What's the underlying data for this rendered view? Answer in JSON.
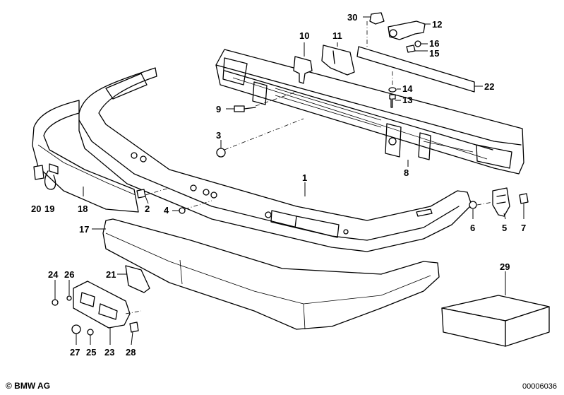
{
  "footer": {
    "copyright": "© BMW AG",
    "doc_number": "00006036"
  },
  "parts": [
    {
      "id": "p30",
      "label": "30"
    },
    {
      "id": "p12",
      "label": "12"
    },
    {
      "id": "p10",
      "label": "10"
    },
    {
      "id": "p11",
      "label": "11"
    },
    {
      "id": "p16",
      "label": "16"
    },
    {
      "id": "p15",
      "label": "15"
    },
    {
      "id": "p22",
      "label": "22"
    },
    {
      "id": "p14",
      "label": "14"
    },
    {
      "id": "p13",
      "label": "13"
    },
    {
      "id": "p9",
      "label": "9"
    },
    {
      "id": "p3",
      "label": "3"
    },
    {
      "id": "p8",
      "label": "8"
    },
    {
      "id": "p1",
      "label": "1"
    },
    {
      "id": "p20",
      "label": "20"
    },
    {
      "id": "p19",
      "label": "19"
    },
    {
      "id": "p18",
      "label": "18"
    },
    {
      "id": "p2",
      "label": "2"
    },
    {
      "id": "p4",
      "label": "4"
    },
    {
      "id": "p17",
      "label": "17"
    },
    {
      "id": "p6",
      "label": "6"
    },
    {
      "id": "p5",
      "label": "5"
    },
    {
      "id": "p7",
      "label": "7"
    },
    {
      "id": "p29",
      "label": "29"
    },
    {
      "id": "p24",
      "label": "24"
    },
    {
      "id": "p26",
      "label": "26"
    },
    {
      "id": "p21",
      "label": "21"
    },
    {
      "id": "p27",
      "label": "27"
    },
    {
      "id": "p25",
      "label": "25"
    },
    {
      "id": "p23",
      "label": "23"
    },
    {
      "id": "p28",
      "label": "28"
    }
  ]
}
